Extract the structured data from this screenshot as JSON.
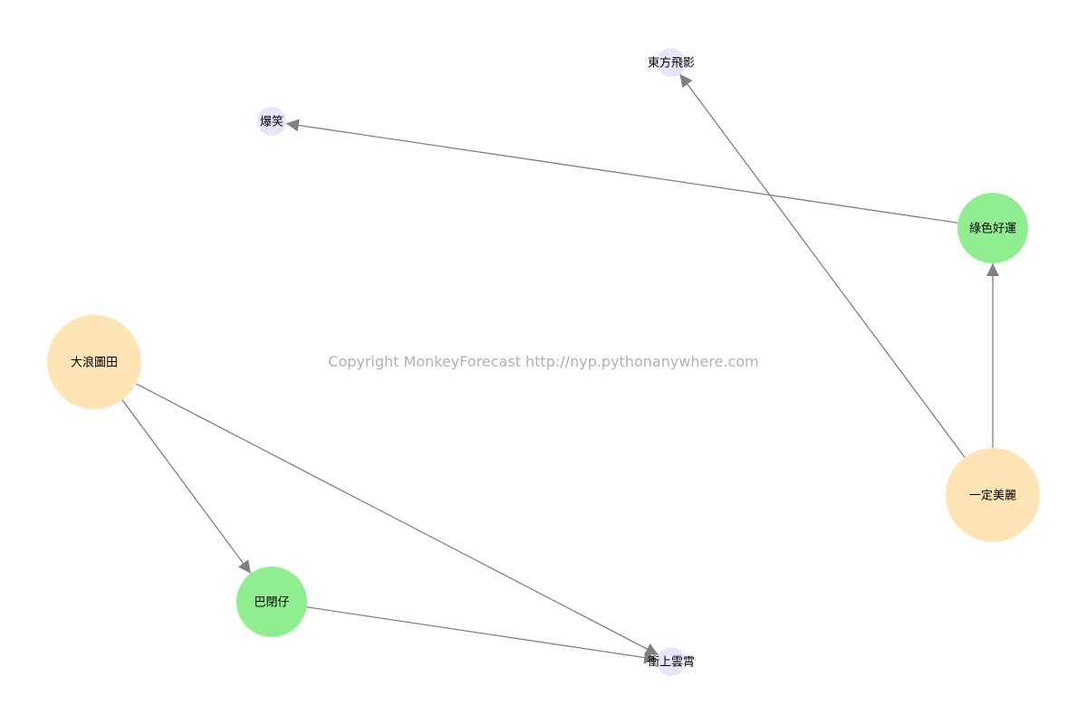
{
  "watermark": "Copyright MonkeyForecast http://nyp.pythonanywhere.com",
  "colors": {
    "source": "#ffe4b5",
    "middle": "#90ee90",
    "target": "#e6e6fa",
    "edge": "#808080"
  },
  "nodes": [
    {
      "id": "n1",
      "label": "東方飛影",
      "kind": "target"
    },
    {
      "id": "n2",
      "label": "爆笑",
      "kind": "target"
    },
    {
      "id": "n3",
      "label": "綠色好運",
      "kind": "middle"
    },
    {
      "id": "n4",
      "label": "大浪圖田",
      "kind": "source"
    },
    {
      "id": "n5",
      "label": "一定美麗",
      "kind": "source"
    },
    {
      "id": "n6",
      "label": "巴閉仔",
      "kind": "middle"
    },
    {
      "id": "n7",
      "label": "衝上雲霄",
      "kind": "target"
    }
  ],
  "edges": [
    {
      "from": "n3",
      "to": "n2"
    },
    {
      "from": "n5",
      "to": "n1"
    },
    {
      "from": "n5",
      "to": "n3"
    },
    {
      "from": "n4",
      "to": "n6"
    },
    {
      "from": "n4",
      "to": "n7"
    },
    {
      "from": "n6",
      "to": "n7"
    }
  ]
}
